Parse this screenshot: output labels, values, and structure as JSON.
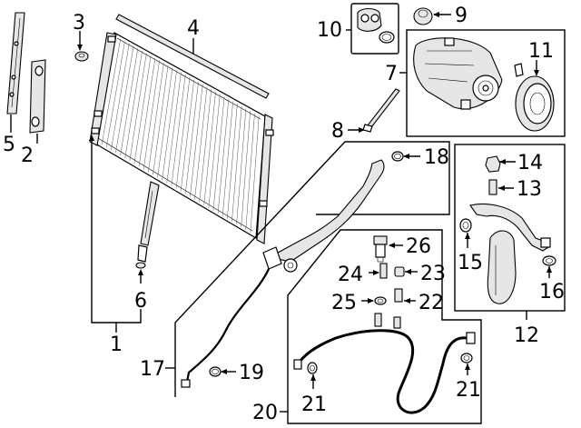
{
  "diagram": {
    "callouts": {
      "c1": "1",
      "c2": "2",
      "c3": "3",
      "c4": "4",
      "c5": "5",
      "c6": "6",
      "c7": "7",
      "c8": "8",
      "c9": "9",
      "c10": "10",
      "c11": "11",
      "c12": "12",
      "c13": "13",
      "c14": "14",
      "c15": "15",
      "c16": "16",
      "c17": "17",
      "c18": "18",
      "c19": "19",
      "c20": "20",
      "c21a": "21",
      "c21b": "21",
      "c22": "22",
      "c23": "23",
      "c24": "24",
      "c25": "25",
      "c26": "26"
    },
    "parts": {
      "condenser": "condenser-icon",
      "compressor": "compressor-icon",
      "clutch": "clutch-pulley-icon",
      "hose": "refrigerant-hose-icon",
      "oring": "o-ring-icon",
      "bolt": "bolt-icon",
      "drier": "receiver-drier-icon",
      "seal": "seal-strip-icon",
      "bracket": "bracket-icon",
      "cap": "cap-icon",
      "switch": "pressure-switch-icon",
      "valve": "valve-core-icon"
    }
  }
}
